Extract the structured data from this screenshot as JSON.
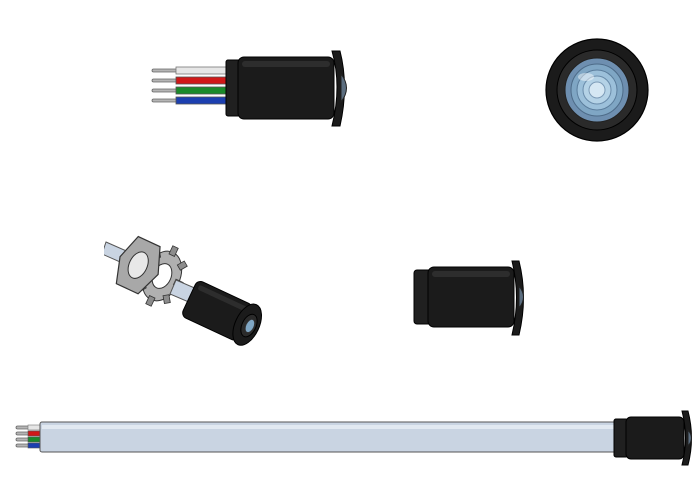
{
  "colors": {
    "background": "#ffffff",
    "body": "#1b1b1b",
    "wire_red": "#d01818",
    "wire_green": "#1a8a2a",
    "wire_blue": "#1c3fb0",
    "wire_white": "#e6e6e6",
    "cable_sheath": "#c9d4e2",
    "lens": "#7fa6c4",
    "metal": "#9a9a9a"
  },
  "views": [
    {
      "id": "side-wires",
      "icon": "led-side-view-wires-icon"
    },
    {
      "id": "front",
      "icon": "led-front-view-lens-icon"
    },
    {
      "id": "iso-mount",
      "icon": "led-isometric-nut-washer-icon"
    },
    {
      "id": "side",
      "icon": "led-side-view-icon"
    },
    {
      "id": "full-cable",
      "icon": "led-cable-assembly-icon"
    }
  ]
}
